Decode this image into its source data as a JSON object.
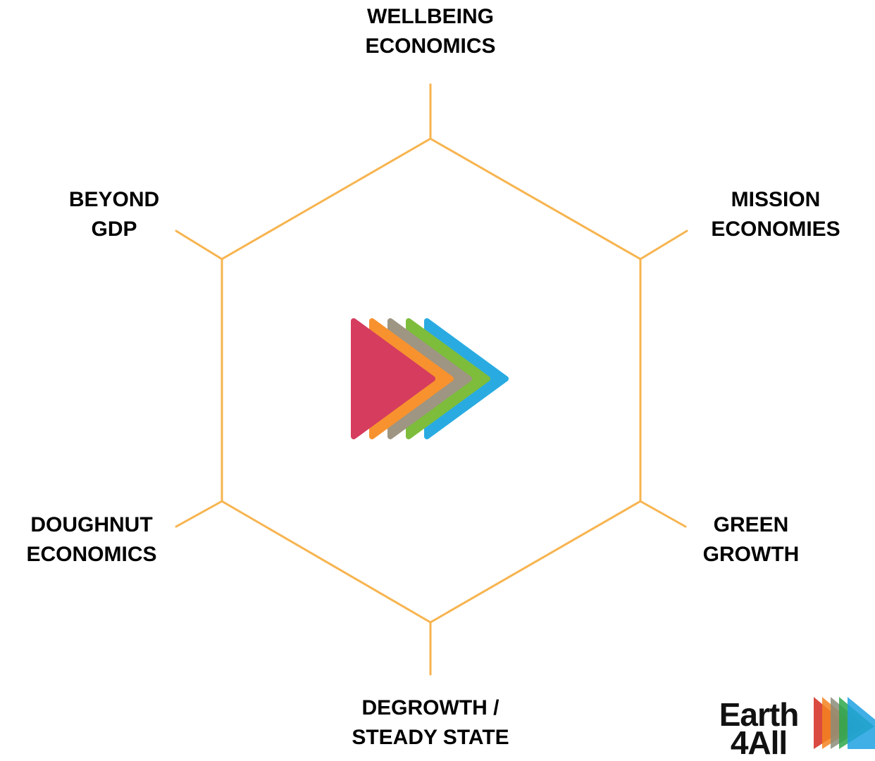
{
  "diagram": {
    "nodes": [
      {
        "id": "top",
        "lines": [
          "WELLBEING",
          "ECONOMICS"
        ]
      },
      {
        "id": "upper-right",
        "lines": [
          "MISSION",
          "ECONOMIES"
        ]
      },
      {
        "id": "lower-right",
        "lines": [
          "GREEN",
          "GROWTH"
        ]
      },
      {
        "id": "bottom",
        "lines": [
          "DEGROWTH /",
          "STEADY STATE"
        ]
      },
      {
        "id": "lower-left",
        "lines": [
          "DOUGHNUT",
          "ECONOMICS"
        ]
      },
      {
        "id": "upper-left",
        "lines": [
          "BEYOND",
          "GDP"
        ]
      }
    ],
    "colors": {
      "hexagon_line": "#F7B44F",
      "arrow_layers": [
        "#D63C5E",
        "#F7922F",
        "#9E9583",
        "#7DBD3B",
        "#29ABE2"
      ]
    }
  },
  "brand": {
    "logo_lines": [
      "Earth",
      "4All"
    ],
    "logo_colors": [
      "#D42A1F",
      "#F58220",
      "#8C8C7A",
      "#2BA84A",
      "#1DA1E2"
    ]
  }
}
